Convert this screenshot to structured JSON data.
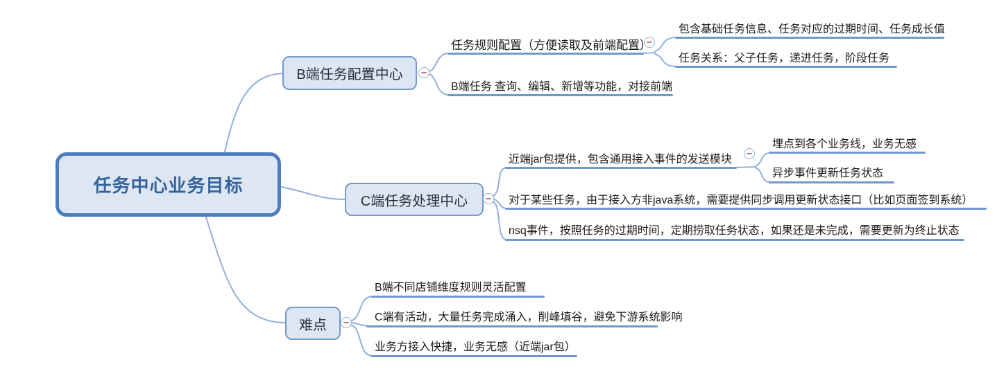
{
  "diagram": {
    "type": "mindmap",
    "root": {
      "label": "任务中心业务目标"
    },
    "branches": [
      {
        "label": "B端任务配置中心",
        "children": [
          {
            "label": "任务规则配置（方便读取及前端配置）",
            "children": [
              {
                "label": "包含基础任务信息、任务对应的过期时间、任务成长值"
              },
              {
                "label": "任务关系：父子任务，递进任务，阶段任务"
              }
            ]
          },
          {
            "label": "B端任务 查询、编辑、新增等功能，对接前端"
          }
        ]
      },
      {
        "label": "C端任务处理中心",
        "children": [
          {
            "label": "近端jar包提供，包含通用接入事件的发送模块",
            "children": [
              {
                "label": "埋点到各个业务线，业务无感"
              },
              {
                "label": "异步事件更新任务状态"
              }
            ]
          },
          {
            "label": "对于某些任务，由于接入方非java系统，需要提供同步调用更新状态接口（比如页面签到系统）"
          },
          {
            "label": "nsq事件，按照任务的过期时间，定期捞取任务状态，如果还是未完成，需要更新为终止状态"
          }
        ]
      },
      {
        "label": "难点",
        "children": [
          {
            "label": "B端不同店铺维度规则灵活配置"
          },
          {
            "label": "C端有活动，大量任务完成涌入，削峰填谷，避免下游系统影响"
          },
          {
            "label": "业务方接入快捷，业务无感（近端jar包）"
          }
        ]
      }
    ],
    "colors": {
      "node_fill": "#dde7f3",
      "root_border": "#4b7dc0",
      "branch_border": "#7499ca",
      "root_text": "#35639c",
      "branch_text": "#26323e",
      "topic_text": "#1a1a1a",
      "line": "#6f98cb",
      "connector": "#90b0da",
      "collapse_minus": "#cf7a7a"
    }
  }
}
